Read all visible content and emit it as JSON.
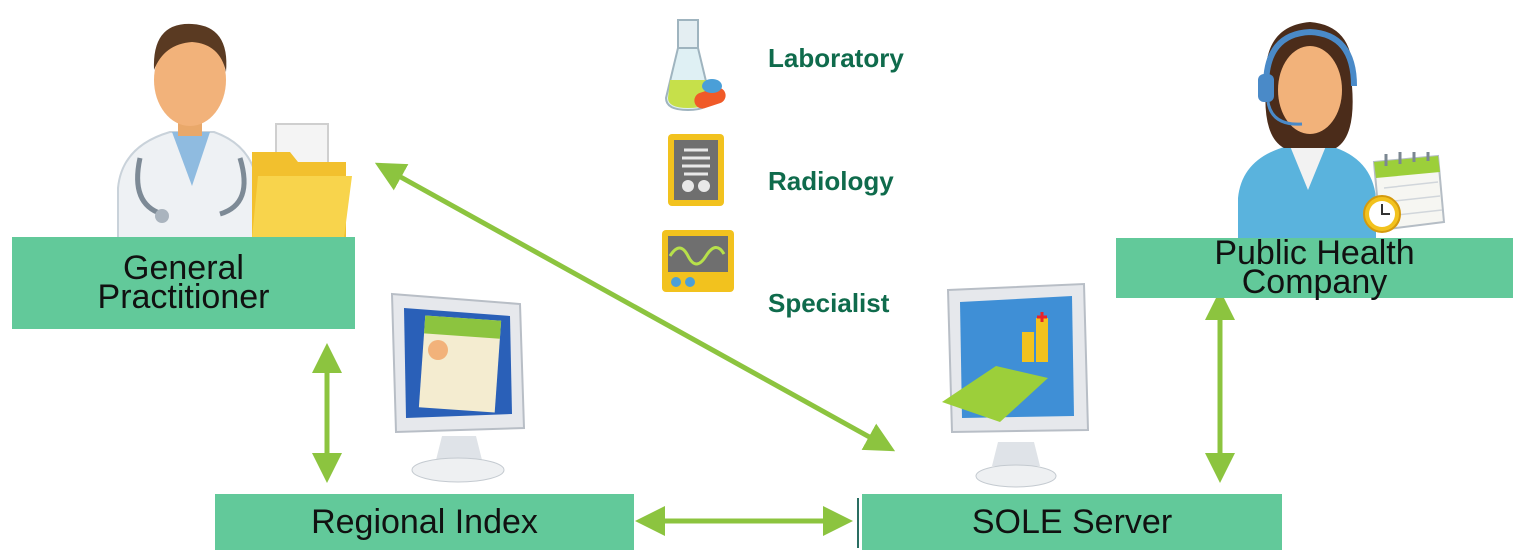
{
  "nodes": {
    "general_practitioner": "General\nPractitioner",
    "regional_index": "Regional Index",
    "sole_server": "SOLE Server",
    "public_health_company": "Public Health\nCompany"
  },
  "services": {
    "laboratory": "Laboratory",
    "radiology": "Radiology",
    "specialist": "Specialist"
  },
  "colors": {
    "box_fill": "#62c99a",
    "arrow": "#8cc43f",
    "service_text": "#0f6b4c"
  },
  "icons": [
    "doctor-icon",
    "folder-icon",
    "monitor-patient-icon",
    "monitor-server-icon",
    "call-center-operator-icon",
    "calendar-icon",
    "lab-flask-icon",
    "xray-icon",
    "heart-monitor-icon"
  ]
}
